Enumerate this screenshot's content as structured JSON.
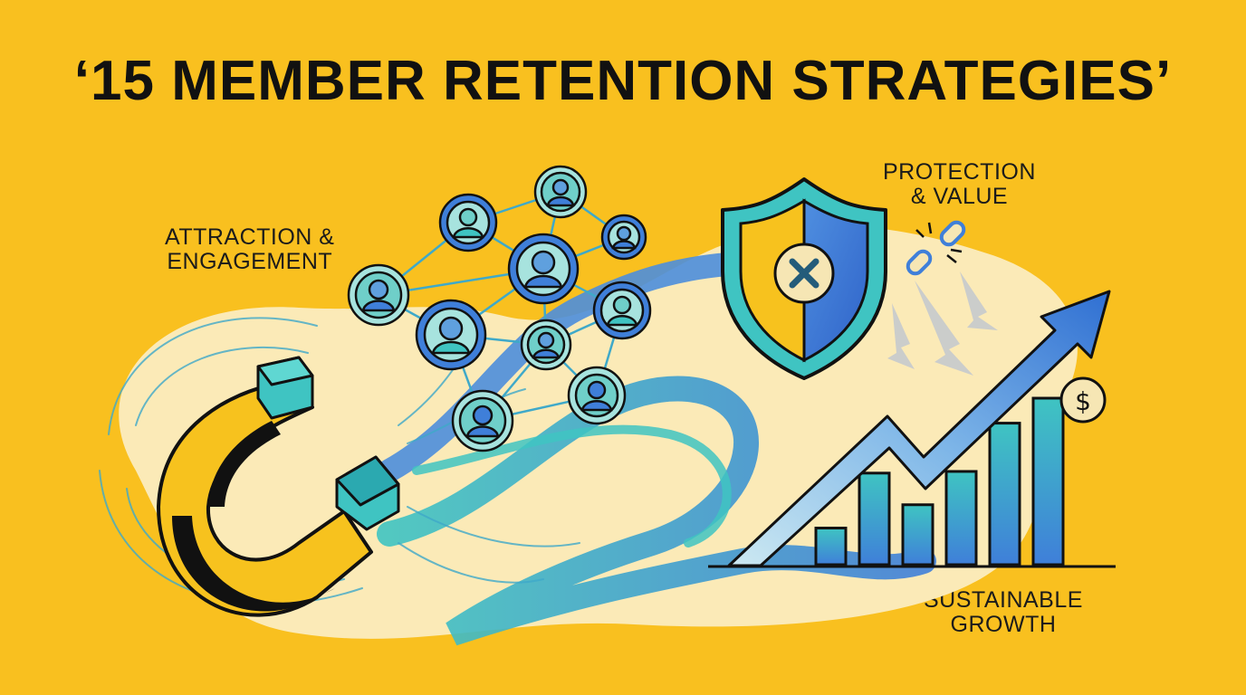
{
  "title": "‘15 MEMBER RETENTION STRATEGIES’",
  "labels": {
    "attraction": [
      "ATTRACTION &",
      "ENGAGEMENT"
    ],
    "protection": [
      "PROTECTION",
      "& VALUE"
    ],
    "growth": [
      "SUSTAINABLE",
      "GROWTH"
    ]
  },
  "icons": [
    "magnet-icon",
    "people-network",
    "shield-icon",
    "broken-chain-icon",
    "growth-arrow-icon",
    "dollar-coin-icon",
    "bar-chart"
  ],
  "colors": {
    "background": "#F9C01F",
    "cream": "#FBEAB7",
    "blue": "#3F7FD9",
    "teal": "#3FC4C2",
    "dark": "#151515",
    "light_teal": "#A7E3DE"
  },
  "growth_bars": [
    0.22,
    0.55,
    0.36,
    0.56,
    0.85,
    1.0
  ]
}
